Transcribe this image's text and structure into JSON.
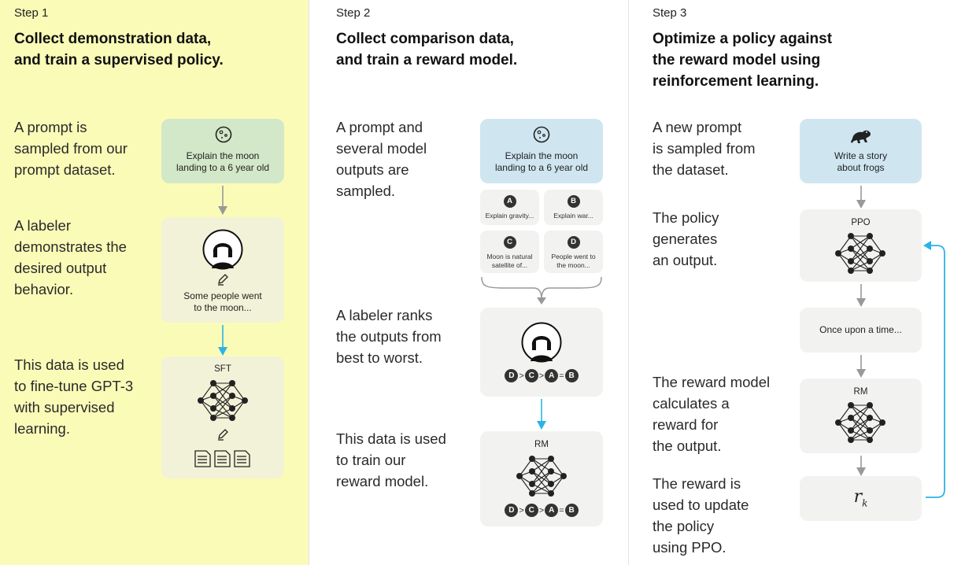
{
  "step1": {
    "step_label": "Step 1",
    "title": "Collect demonstration data,\nand train a supervised policy.",
    "desc1": "A prompt is\nsampled from our\nprompt dataset.",
    "desc2": "A labeler\ndemonstrates the\ndesired output\nbehavior.",
    "desc3": "This data is used\nto fine-tune GPT-3\nwith supervised\nlearning.",
    "prompt_text": "Explain the moon\nlanding to a 6 year old",
    "demo_text": "Some people went\nto the moon...",
    "model_label": "SFT"
  },
  "step2": {
    "step_label": "Step 2",
    "title": "Collect comparison data,\nand train a reward model.",
    "desc1": "A prompt and\nseveral model\noutputs are\nsampled.",
    "desc2": "A labeler ranks\nthe outputs from\nbest to worst.",
    "desc3": "This data is used\nto train our\nreward model.",
    "prompt_text": "Explain the moon\nlanding to a 6 year old",
    "outputs": [
      {
        "letter": "A",
        "text": "Explain gravity..."
      },
      {
        "letter": "B",
        "text": "Explain war..."
      },
      {
        "letter": "C",
        "text": "Moon is natural\nsatellite of..."
      },
      {
        "letter": "D",
        "text": "People went to\nthe moon..."
      }
    ],
    "ranking": [
      "D",
      ">",
      "C",
      ">",
      "A",
      "=",
      "B"
    ],
    "model_label": "RM"
  },
  "step3": {
    "step_label": "Step 3",
    "title": "Optimize a policy against\nthe reward model using\nreinforcement learning.",
    "desc1": "A new prompt\nis sampled from\nthe dataset.",
    "desc2": "The policy\ngenerates\nan output.",
    "desc3": "The reward model\ncalculates a\nreward for\nthe output.",
    "desc4": "The reward is\nused to update\nthe policy\nusing PPO.",
    "prompt_text": "Write a story\nabout frogs",
    "policy_label": "PPO",
    "output_text": "Once upon a time...",
    "rm_label": "RM",
    "reward_symbol": "r",
    "reward_subscript": "k"
  },
  "colors": {
    "step1_bg": "#fbfbb8",
    "green_box": "#d2e8c8",
    "blue_box": "#cfe6f1",
    "grey_box": "#f2f2f0",
    "arrow_grey": "#999999",
    "arrow_blue": "#2bb3e6"
  }
}
